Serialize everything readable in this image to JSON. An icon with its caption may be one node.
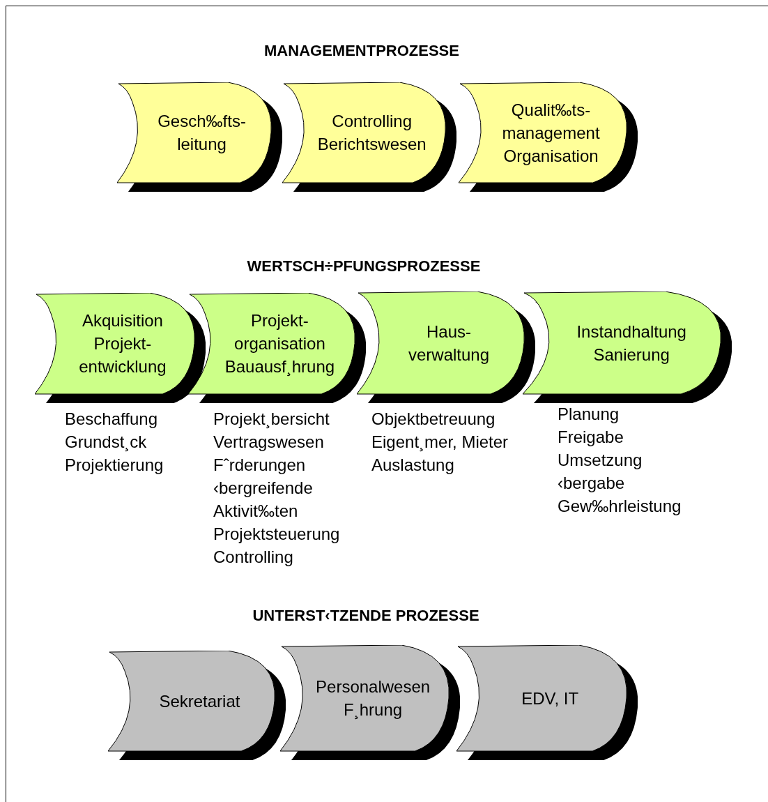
{
  "diagram": {
    "nodes": [
      {
        "text": [
          "Gesch‰fts- leitung"
        ]
      },
      {
        "text": [
          "Controlling Berichtswesen"
        ]
      },
      {
        "text": [
          "Qualit‰ts- management Organisation"
        ]
      },
      {
        "text": [
          "Akquisition Projekt- entwicklung"
        ],
        "beside": [
          "Beschaffung Grundst¸ck",
          "Projektierung"
        ]
      },
      {
        "text": [
          "Projekt- organisation Bauausf¸hrung"
        ],
        "beside": [
          "Projekt¸bersicht",
          "Vertragswesen",
          "Fˆrderungen",
          "‹bergreifende Aktivit‰ten",
          "Projektsteuerung",
          "Controlling"
        ]
      },
      {
        "text": [
          "Haus- verwaltung"
        ],
        "beside": [
          "Objektbetreuung",
          "Eigent¸mer, Mieter",
          "Auslastung"
        ]
      },
      {
        "text": [
          "Instandhaltung Sanierung"
        ],
        "beside": [
          "Planung",
          "Freigabe",
          "Umsetzung",
          "‹bergabe",
          "Gew‰hrleistung"
        ]
      },
      {
        "text": [
          "Sekretariat"
        ]
      },
      {
        "text": [
          "Personalwesen F¸hrung"
        ]
      },
      {
        "text": [
          "EDV, IT"
        ]
      }
    ],
    "labels": [
      "MANAGEMENTPROZESSE",
      "WERTSCH÷PFUNGSPROZESSE",
      "UNTERST‹TZENDE PROZESSE"
    ]
  }
}
